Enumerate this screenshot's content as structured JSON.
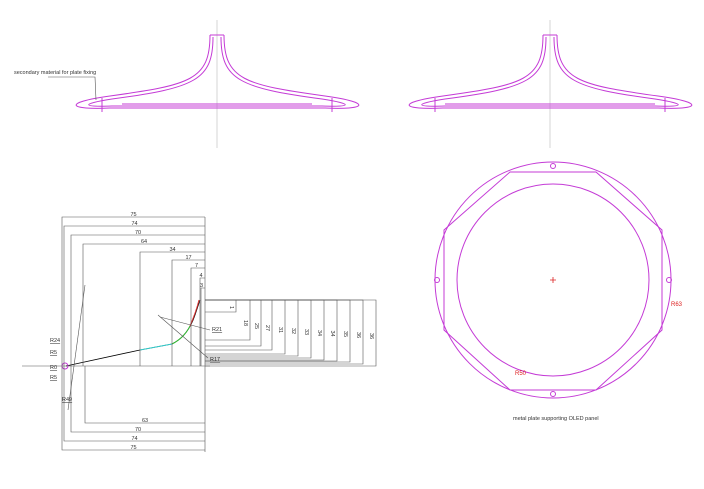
{
  "annotations": {
    "plate_fixing": "secondary material for plate fixing",
    "plate_caption": "metal plate supporting OLED panel"
  },
  "plate": {
    "outer_radius_label": "R63",
    "inner_radius_label": "R50"
  },
  "profile": {
    "top_dims": [
      "75",
      "74",
      "70",
      "64",
      "34",
      "17",
      "7",
      "4",
      "3"
    ],
    "bottom_dims": [
      "63",
      "70",
      "74",
      "75"
    ],
    "right_dims": [
      "1",
      "18",
      "25",
      "27",
      "31",
      "32",
      "33",
      "34",
      "34",
      "35",
      "36",
      "36"
    ],
    "radii": [
      "R24",
      "R5",
      "R0",
      "R5",
      "R49",
      "R21",
      "R17"
    ]
  },
  "colors": {
    "drawing": "#c43bd6",
    "label": "#dd2222",
    "dims": "#555555"
  }
}
